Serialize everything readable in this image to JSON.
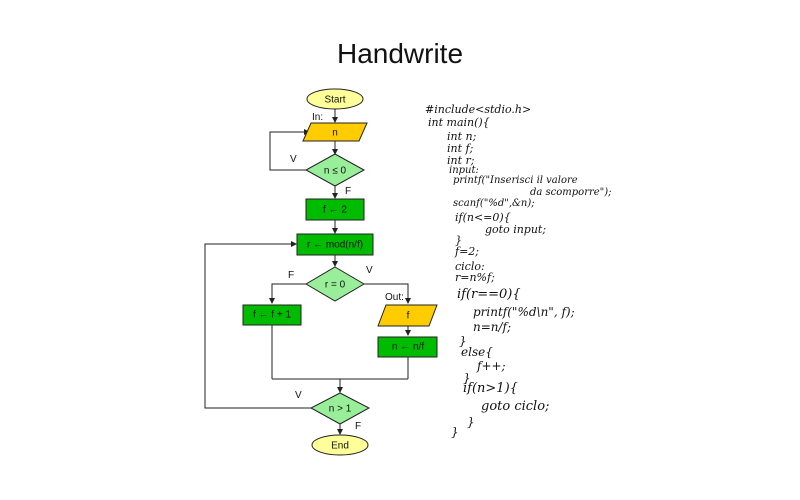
{
  "title": "Handwrite",
  "flowchart": {
    "start": "Start",
    "in_label": "In:",
    "input_n": "n",
    "cond_n": "n ≤ 0",
    "cond_n_true": "V",
    "cond_n_false": "F",
    "assign_f": "f ← 2",
    "assign_r": "r ← mod(n/f)",
    "cond_r": "r = 0",
    "cond_r_false": "F",
    "cond_r_true": "V",
    "inc_f": "f ← f + 1",
    "out_label": "Out:",
    "output_f": "f",
    "div_n": "n ← n/f",
    "cond_loop": "n > 1",
    "cond_loop_true": "V",
    "cond_loop_false": "F",
    "end": "End"
  },
  "code_lines": [
    "#include<stdio.h>",
    "int main(){",
    "int n;",
    "int f;",
    "int r;",
    "input:",
    "printf(\"Inserisci il valore",
    "da scomporre\");",
    "scanf(\"%d\",&n);",
    "if(n<=0){",
    "goto input;",
    "}",
    "f=2;",
    "ciclo:",
    "r=n%f;",
    "if(r==0){",
    "printf(\"%d\\n\", f);",
    "n=n/f;",
    "}",
    "else{",
    "f++;",
    "}",
    "if(n>1){",
    "goto ciclo;",
    "}",
    "}"
  ],
  "colors": {
    "terminal": "#ffff99",
    "io": "#ffcc00",
    "decision": "#99ee99",
    "process": "#00bb00"
  }
}
